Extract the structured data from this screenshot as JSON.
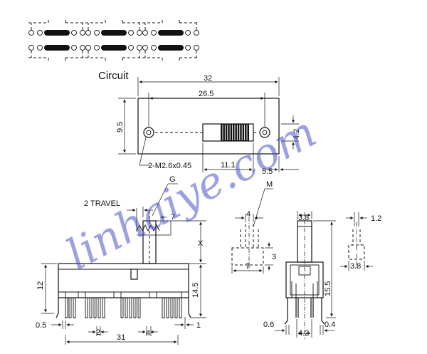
{
  "circuit_caption": "Circuit",
  "top_view": {
    "overall_length": "32",
    "hole_spacing": "26.5",
    "height": "9.5",
    "slot_height": "4.2",
    "slot_length": "11.1",
    "slot_offset": "5.5",
    "screw_label": "2-M2.6x0.45"
  },
  "front_view": {
    "travel_label": "2 TRAVEL",
    "g_label": "G",
    "actuator_width": "7",
    "x_label": "X",
    "body_height": "12",
    "overall_height": "14.5",
    "pin_offset": "0.5",
    "pin_pitch": "2",
    "pin_length": "31",
    "row_pitch": "4",
    "end_offset": "1"
  },
  "actuator_detail": {
    "m_label": "M",
    "tip_width": "4",
    "base_width": "7",
    "base_height": "3"
  },
  "side_view": {
    "actuator_width": "3.8",
    "overall_height": "15.5",
    "pin_width": "0.6",
    "pin_spacing": "4.2",
    "pin_thickness": "0.4"
  },
  "pin_detail": {
    "tip_width": "1.2",
    "base_width": "3.8"
  },
  "watermark": "linhaiye.com"
}
